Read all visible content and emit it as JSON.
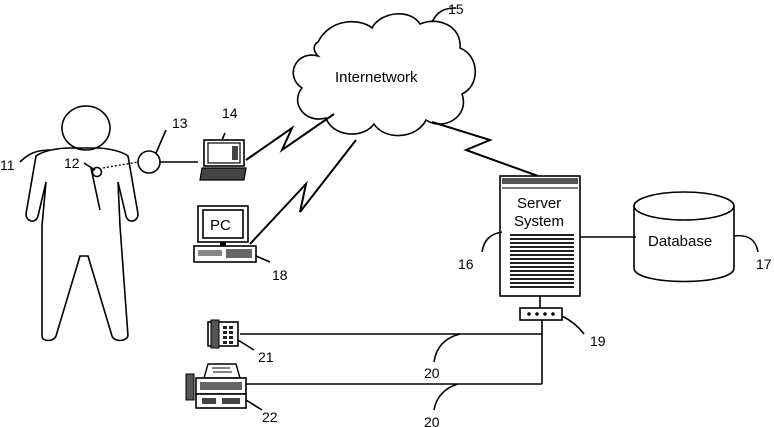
{
  "labels": {
    "internetwork": "Internetwork",
    "server_line1": "Server",
    "server_line2": "System",
    "database": "Database",
    "pc": "PC"
  },
  "refs": {
    "r11": "11",
    "r12": "12",
    "r13": "13",
    "r14": "14",
    "r15": "15",
    "r16": "16",
    "r17": "17",
    "r18": "18",
    "r19": "19",
    "r20a": "20",
    "r20b": "20",
    "r21": "21",
    "r22": "22"
  }
}
